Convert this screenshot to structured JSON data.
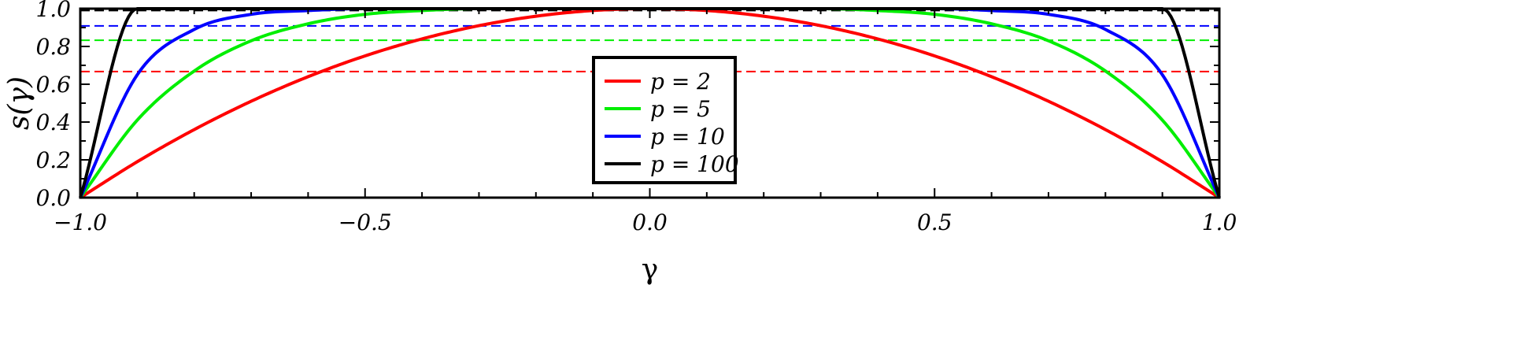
{
  "chart_data": {
    "type": "line",
    "title": "",
    "xlabel": "γ",
    "ylabel": "s(γ)",
    "xlim": [
      -1.0,
      1.0
    ],
    "ylim": [
      0.0,
      1.0
    ],
    "x_ticks": [
      -1.0,
      -0.5,
      0.0,
      0.5,
      1.0
    ],
    "x_tick_labels": [
      "−1.0",
      "−0.5",
      "0.0",
      "0.5",
      "1.0"
    ],
    "y_ticks": [
      0.0,
      0.2,
      0.4,
      0.6,
      0.8,
      1.0
    ],
    "y_tick_labels": [
      "0.0",
      "0.2",
      "0.4",
      "0.6",
      "0.8",
      "1.0"
    ],
    "grid": false,
    "legend_position": "center",
    "x": [
      -1.0,
      -0.9,
      -0.8,
      -0.7,
      -0.6,
      -0.5,
      -0.4,
      -0.3,
      -0.2,
      -0.1,
      0.0,
      0.1,
      0.2,
      0.3,
      0.4,
      0.5,
      0.6,
      0.7,
      0.8,
      0.9,
      1.0
    ],
    "series": [
      {
        "name": "p = 2",
        "color": "#ff0000",
        "values": [
          0.0,
          0.19,
          0.36,
          0.51,
          0.64,
          0.75,
          0.84,
          0.91,
          0.96,
          0.99,
          1.0,
          0.99,
          0.96,
          0.91,
          0.84,
          0.75,
          0.64,
          0.51,
          0.36,
          0.19,
          0.0
        ],
        "reference_level": 0.667
      },
      {
        "name": "p = 5",
        "color": "#00ee00",
        "values": [
          0.0,
          0.41,
          0.67,
          0.83,
          0.92,
          0.97,
          0.99,
          1.0,
          1.0,
          1.0,
          1.0,
          1.0,
          1.0,
          1.0,
          0.99,
          0.97,
          0.92,
          0.83,
          0.67,
          0.41,
          0.0
        ],
        "reference_level": 0.833
      },
      {
        "name": "p = 10",
        "color": "#0000ff",
        "values": [
          0.0,
          0.65,
          0.89,
          0.97,
          0.99,
          1.0,
          1.0,
          1.0,
          1.0,
          1.0,
          1.0,
          1.0,
          1.0,
          1.0,
          1.0,
          1.0,
          0.99,
          0.97,
          0.89,
          0.65,
          0.0
        ],
        "reference_level": 0.909
      },
      {
        "name": "p = 100",
        "color": "#000000",
        "values": [
          0.0,
          1.0,
          1.0,
          1.0,
          1.0,
          1.0,
          1.0,
          1.0,
          1.0,
          1.0,
          1.0,
          1.0,
          1.0,
          1.0,
          1.0,
          1.0,
          1.0,
          1.0,
          1.0,
          1.0,
          0.0
        ],
        "reference_level": 0.99
      }
    ]
  }
}
